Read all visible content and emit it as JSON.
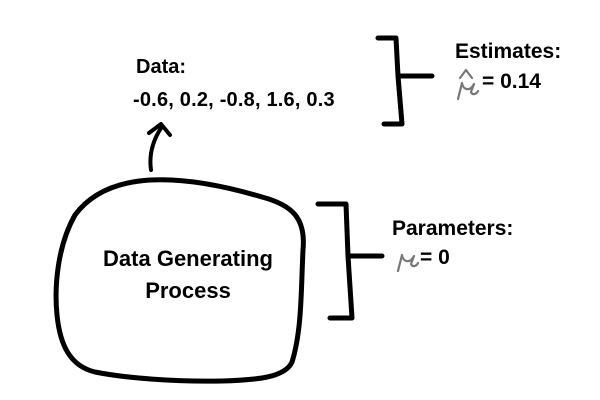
{
  "data_block": {
    "heading": "Data:",
    "values": "-0.6, 0.2, -0.8, 1.6, 0.3"
  },
  "estimates_block": {
    "heading": "Estimates:",
    "equation": "= 0.14",
    "symbol": "mu-hat"
  },
  "parameters_block": {
    "heading": "Parameters:",
    "equation": "= 0",
    "symbol": "mu"
  },
  "process": {
    "line1": "Data Generating",
    "line2": "Process"
  },
  "colors": {
    "ink": "#000000",
    "symbol_ink": "#777777",
    "background": "#ffffff"
  }
}
